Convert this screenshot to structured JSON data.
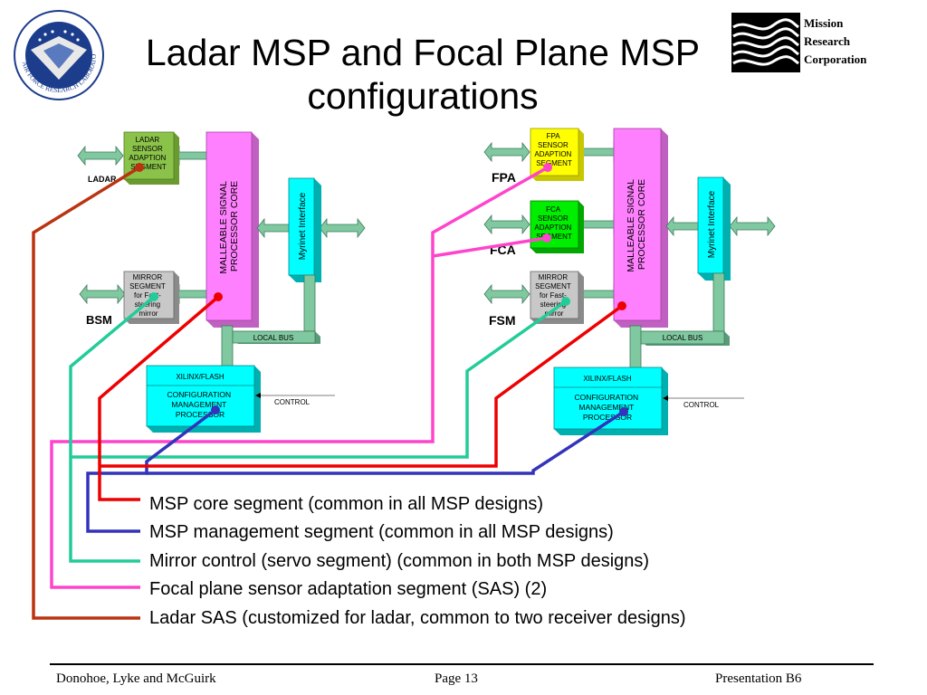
{
  "slide": {
    "title": "Ladar MSP and Focal Plane MSP configurations",
    "logo_left_text": "AIR FORCE RESEARCH LABORATORY",
    "logo_right_lines": [
      "Mission",
      "Research",
      "Corporation"
    ]
  },
  "diagram": {
    "left": {
      "sensor_block": [
        "LADAR",
        "SENSOR",
        "ADAPTION",
        "SEGMENT"
      ],
      "sensor_tag": "LADAR",
      "mirror_block": [
        "MIRROR",
        "SEGMENT",
        "for Fast-",
        "steering",
        "mirror"
      ],
      "mirror_tag": "BSM",
      "core_label": [
        "MALLEABLE SIGNAL",
        "PROCESSOR CORE"
      ],
      "myrinet_label": "Myrinet Interface",
      "bus_label": "LOCAL BUS",
      "cm_header": "XILINX/FLASH",
      "cm_body": [
        "CONFIGURATION",
        "MANAGEMENT",
        "PROCESSOR"
      ],
      "control_label": "CONTROL"
    },
    "right": {
      "fpa_block": [
        "FPA",
        "SENSOR",
        "ADAPTION",
        "SEGMENT"
      ],
      "fpa_tag": "FPA",
      "fca_block": [
        "FCA",
        "SENSOR",
        "ADAPTION",
        "SEGMENT"
      ],
      "fca_tag": "FCA",
      "mirror_block": [
        "MIRROR",
        "SEGMENT",
        "for Fast-",
        "steering",
        "mirror"
      ],
      "mirror_tag": "FSM",
      "core_label": [
        "MALLEABLE SIGNAL",
        "PROCESSOR CORE"
      ],
      "myrinet_label": "Myrinet Interface",
      "bus_label": "LOCAL BUS",
      "cm_header": "XILINX/FLASH",
      "cm_body": [
        "CONFIGURATION",
        "MANAGEMENT",
        "PROCESSOR"
      ],
      "control_label": "CONTROL"
    },
    "colors": {
      "core": "#ff80ff",
      "myrinet": "#00ffff",
      "cm": "#00ffff",
      "ladar_sas": "#8bc34a",
      "fpa_sas": "#ffff00",
      "fca_sas": "#00ee00",
      "mirror": "#c0c0c0",
      "connector": "#80c8a0"
    }
  },
  "legend": {
    "items": [
      {
        "text": "MSP core segment (common in all MSP designs)",
        "color": "#ff0000"
      },
      {
        "text": "MSP management segment (common in all MSP designs)",
        "color": "#3333bb"
      },
      {
        "text": "Mirror control (servo segment) (common in both MSP designs)",
        "color": "#22cc99"
      },
      {
        "text": "Focal plane sensor adaptation segment (SAS) (2)",
        "color": "#ff44cc"
      },
      {
        "text": "Ladar SAS (customized for ladar, common to two receiver designs)",
        "color": "#bb3311"
      }
    ]
  },
  "footer": {
    "authors": "Donohoe, Lyke and McGuirk",
    "page": "Page 13",
    "presentation": "Presentation B6"
  }
}
